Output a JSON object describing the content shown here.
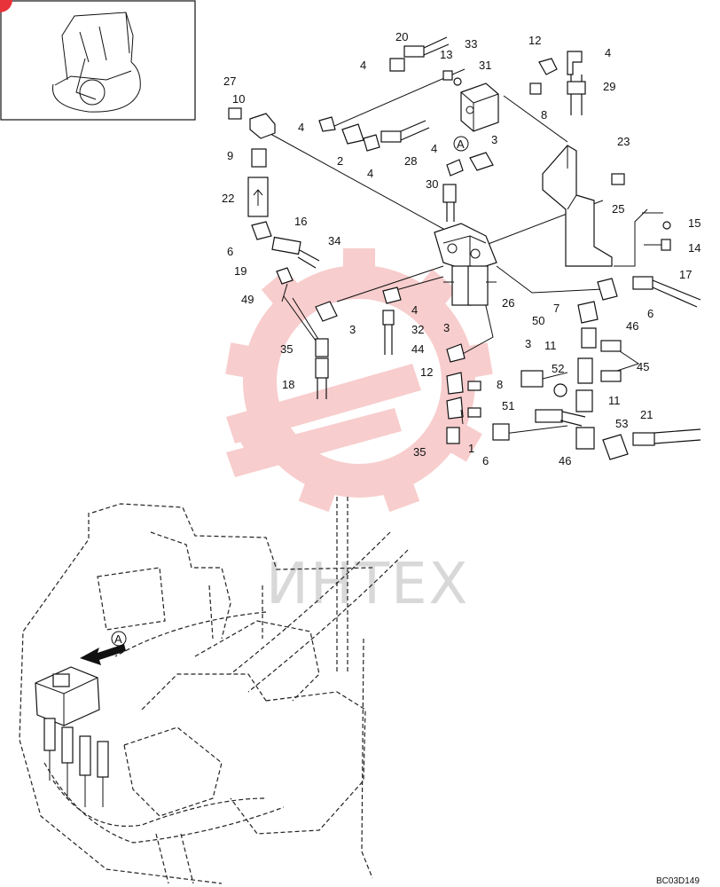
{
  "drawing_code": "BC03D149",
  "watermark_text": "ИНТЕХ",
  "view_marker": "A",
  "callouts": [
    {
      "id": "c20",
      "text": "20"
    },
    {
      "id": "c13",
      "text": "13"
    },
    {
      "id": "c33",
      "text": "33"
    },
    {
      "id": "c12a",
      "text": "12"
    },
    {
      "id": "c4a",
      "text": "4"
    },
    {
      "id": "c31",
      "text": "31"
    },
    {
      "id": "c4b",
      "text": "4"
    },
    {
      "id": "c29",
      "text": "29"
    },
    {
      "id": "c27",
      "text": "27"
    },
    {
      "id": "c10",
      "text": "10"
    },
    {
      "id": "c8a",
      "text": "8"
    },
    {
      "id": "c4c",
      "text": "4"
    },
    {
      "id": "c2",
      "text": "2"
    },
    {
      "id": "c4d",
      "text": "4"
    },
    {
      "id": "c28",
      "text": "28"
    },
    {
      "id": "c4e",
      "text": "4"
    },
    {
      "id": "c3a",
      "text": "3"
    },
    {
      "id": "c9",
      "text": "9"
    },
    {
      "id": "c23",
      "text": "23"
    },
    {
      "id": "c30",
      "text": "30"
    },
    {
      "id": "c22",
      "text": "22"
    },
    {
      "id": "c25",
      "text": "25"
    },
    {
      "id": "c16",
      "text": "16"
    },
    {
      "id": "c15",
      "text": "15"
    },
    {
      "id": "c34",
      "text": "34"
    },
    {
      "id": "c6a",
      "text": "6"
    },
    {
      "id": "c14",
      "text": "14"
    },
    {
      "id": "c19",
      "text": "19"
    },
    {
      "id": "c17",
      "text": "17"
    },
    {
      "id": "c49",
      "text": "49"
    },
    {
      "id": "c26",
      "text": "26"
    },
    {
      "id": "c4f",
      "text": "4"
    },
    {
      "id": "c7",
      "text": "7"
    },
    {
      "id": "c6b",
      "text": "6"
    },
    {
      "id": "c3b",
      "text": "3"
    },
    {
      "id": "c32",
      "text": "32"
    },
    {
      "id": "c46a",
      "text": "46"
    },
    {
      "id": "c50",
      "text": "50"
    },
    {
      "id": "c35a",
      "text": "35"
    },
    {
      "id": "c44",
      "text": "44"
    },
    {
      "id": "c3c",
      "text": "3"
    },
    {
      "id": "c3d",
      "text": "3"
    },
    {
      "id": "c11a",
      "text": "11"
    },
    {
      "id": "c45",
      "text": "45"
    },
    {
      "id": "c12b",
      "text": "12"
    },
    {
      "id": "c52",
      "text": "52"
    },
    {
      "id": "c18",
      "text": "18"
    },
    {
      "id": "c8b",
      "text": "8"
    },
    {
      "id": "c11b",
      "text": "11"
    },
    {
      "id": "c51",
      "text": "51"
    },
    {
      "id": "c1",
      "text": "1"
    },
    {
      "id": "c53",
      "text": "53"
    },
    {
      "id": "c21",
      "text": "21"
    },
    {
      "id": "c35b",
      "text": "35"
    },
    {
      "id": "c6c",
      "text": "6"
    },
    {
      "id": "c46b",
      "text": "46"
    }
  ],
  "colors": {
    "line": "#111111",
    "watermark_gear": "#f4b9b9",
    "watermark_text": "#d8d8d8",
    "corner_marker": "#e8333a"
  }
}
